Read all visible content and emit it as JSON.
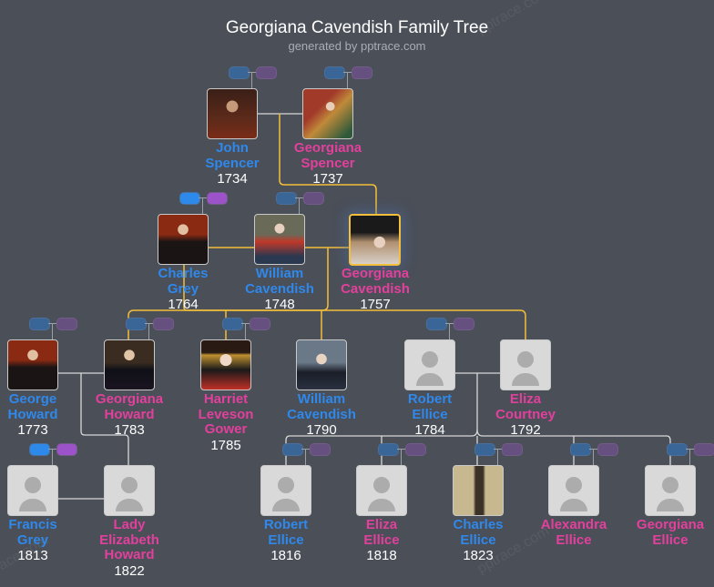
{
  "header": {
    "title": "Georgiana Cavendish Family Tree",
    "subtitle": "generated by pptrace.com"
  },
  "watermark": "pptrace.com",
  "colors": {
    "background": "#4a4f58",
    "male": "#2f88ea",
    "female": "#e2409c",
    "descent_line": "#f3bf3a",
    "relation_line": "#d8d8d8",
    "father_button": "#2d8aea",
    "mother_button": "#9c52c8"
  },
  "people": [
    {
      "name": "John Spencer",
      "year": "1734",
      "gender": "m",
      "photo": "portrait-red",
      "parents_buttons": true,
      "active": false
    },
    {
      "name": "Georgiana Spencer",
      "year": "1737",
      "gender": "f",
      "photo": "portrait-gold",
      "parents_buttons": true,
      "active": false
    },
    {
      "name": "Charles Grey",
      "year": "1764",
      "gender": "m",
      "photo": "portrait-orange",
      "parents_buttons": true,
      "active": true
    },
    {
      "name": "William Cavendish",
      "year": "1748",
      "gender": "m",
      "photo": "portrait-scarlet",
      "parents_buttons": true,
      "active": false
    },
    {
      "name": "Georgiana Cavendish",
      "year": "1757",
      "gender": "f",
      "photo": "portrait-hat",
      "parents_buttons": false,
      "active": false,
      "highlighted": true
    },
    {
      "name": "George Howard",
      "year": "1773",
      "gender": "m",
      "photo": "portrait-orange",
      "parents_buttons": true,
      "active": false
    },
    {
      "name": "Georgiana Howard",
      "year": "1783",
      "gender": "f",
      "photo": "portrait-dark",
      "parents_buttons": true,
      "active": false
    },
    {
      "name": "Harriet Leveson Gower",
      "year": "1785",
      "gender": "f",
      "photo": "portrait-redshawl",
      "parents_buttons": true,
      "active": false
    },
    {
      "name": "William Cavendish",
      "year": "1790",
      "gender": "m",
      "photo": "portrait-blue",
      "parents_buttons": false,
      "active": false
    },
    {
      "name": "Robert Ellice",
      "year": "1784",
      "gender": "m",
      "photo": "placeholder",
      "parents_buttons": true,
      "active": false
    },
    {
      "name": "Eliza Courtney",
      "year": "1792",
      "gender": "f",
      "photo": "placeholder",
      "parents_buttons": false,
      "active": false
    },
    {
      "name": "Francis Grey",
      "year": "1813",
      "gender": "m",
      "photo": "placeholder",
      "parents_buttons": true,
      "active": true
    },
    {
      "name": "Lady Elizabeth Howard",
      "year": "1822",
      "gender": "f",
      "photo": "placeholder",
      "parents_buttons": false,
      "active": false
    },
    {
      "name": "Robert Ellice",
      "year": "1816",
      "gender": "m",
      "photo": "placeholder",
      "parents_buttons": true,
      "active": false
    },
    {
      "name": "Eliza Ellice",
      "year": "1818",
      "gender": "f",
      "photo": "placeholder",
      "parents_buttons": true,
      "active": false
    },
    {
      "name": "Charles Ellice",
      "year": "1823",
      "gender": "m",
      "photo": "portrait-beige",
      "parents_buttons": true,
      "active": false
    },
    {
      "name": "Alexandra Ellice",
      "year": "",
      "gender": "f",
      "photo": "placeholder",
      "parents_buttons": true,
      "active": false
    },
    {
      "name": "Georgiana Ellice",
      "year": "",
      "gender": "f",
      "photo": "placeholder",
      "parents_buttons": true,
      "active": false
    }
  ]
}
